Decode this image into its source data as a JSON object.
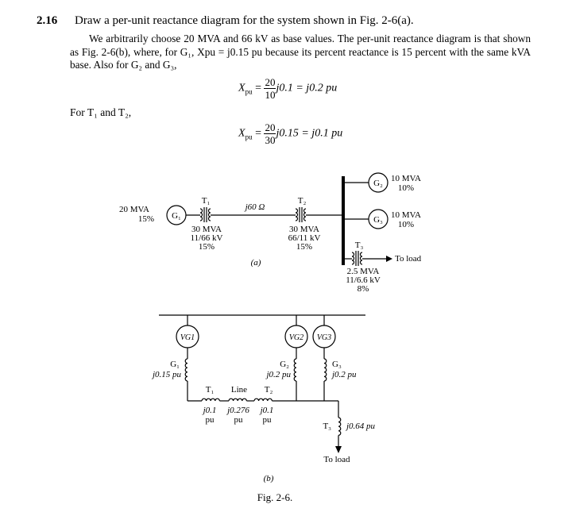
{
  "problem": {
    "number": "2.16",
    "statement": "Draw a per-unit reactance diagram for the system shown in Fig. 2-6(a).",
    "paragraph": "We arbitrarily choose 20 MVA and 66 kV as base values. The per-unit reactance diagram is that shown as Fig. 2-6(b), where, for G₁, Xpu = j0.15 pu because its percent reactance is 15 percent with the same kVA base. Also for G₂ and G₃,",
    "eq1": {
      "lhs": "X",
      "lhs_sub": "pu",
      "eq": "=",
      "num": "20",
      "den": "10",
      "rhs": "j0.1 = j0.2 pu"
    },
    "for_t": "For T₁ and T₂,",
    "eq2": {
      "lhs": "X",
      "lhs_sub": "pu",
      "eq": "=",
      "num": "20",
      "den": "30",
      "rhs": "j0.15 = j0.1 pu"
    }
  },
  "figure_a": {
    "g1": {
      "symbol": "G₁",
      "rating": "20 MVA",
      "reactance": "15%"
    },
    "t1": {
      "symbol": "T₁",
      "rating": "30 MVA",
      "voltage": "11/66 kV",
      "reactance": "15%"
    },
    "line": {
      "impedance": "j60 Ω"
    },
    "t2": {
      "symbol": "T₂",
      "rating": "30 MVA",
      "voltage": "66/11 kV",
      "reactance": "15%"
    },
    "g2": {
      "symbol": "G₂",
      "rating": "10 MVA",
      "reactance": "10%"
    },
    "g3": {
      "symbol": "G₃",
      "rating": "10 MVA",
      "reactance": "10%"
    },
    "t3": {
      "symbol": "T₃",
      "rating": "2.5 MVA",
      "voltage": "11/6.6 kV",
      "reactance": "8%"
    },
    "load": "To load",
    "caption": "(a)"
  },
  "figure_b": {
    "vg1": "VG1",
    "vg2": "VG2",
    "vg3": "VG3",
    "g1": {
      "symbol": "G₁",
      "value": "j0.15 pu"
    },
    "g2": {
      "symbol": "G₂",
      "value": "j0.2 pu"
    },
    "g3": {
      "symbol": "G₃",
      "value": "j0.2 pu"
    },
    "t1": {
      "symbol": "T₁",
      "value": "j0.1",
      "unit": "pu"
    },
    "line": {
      "symbol": "Line",
      "value": "j0.276",
      "unit": "pu"
    },
    "t2": {
      "symbol": "T₂",
      "value": "j0.1",
      "unit": "pu"
    },
    "t3": {
      "symbol": "T₃",
      "value": "j0.64 pu"
    },
    "load": "To load",
    "caption": "(b)"
  },
  "figure_caption": "Fig. 2-6."
}
